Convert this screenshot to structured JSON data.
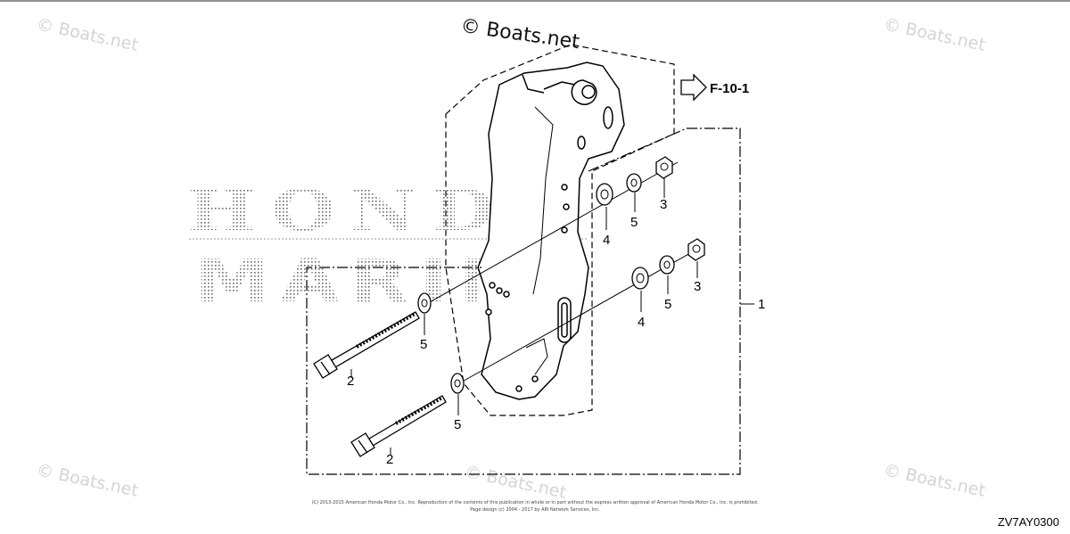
{
  "watermark": {
    "text": "© Boats.net"
  },
  "brand": {
    "line1": "HONDA",
    "line2": "MARINE"
  },
  "ref_arrow": {
    "label": "F-10-1"
  },
  "callouts": {
    "group": "1",
    "bolt": "2",
    "nut": "3",
    "washer_large": "4",
    "washer_small": "5"
  },
  "footer": {
    "line1": "(C) 2013-2015 American Honda Motor Co., Inc. Reproduction of the contents of this publication in whole or in part without the express written approval of American Honda Motor Co., Inc. is prohibited.",
    "line2": "Page design (c) 2004 - 2017 by ARI Network Services, Inc."
  },
  "diagram_code": "ZV7AY0300"
}
